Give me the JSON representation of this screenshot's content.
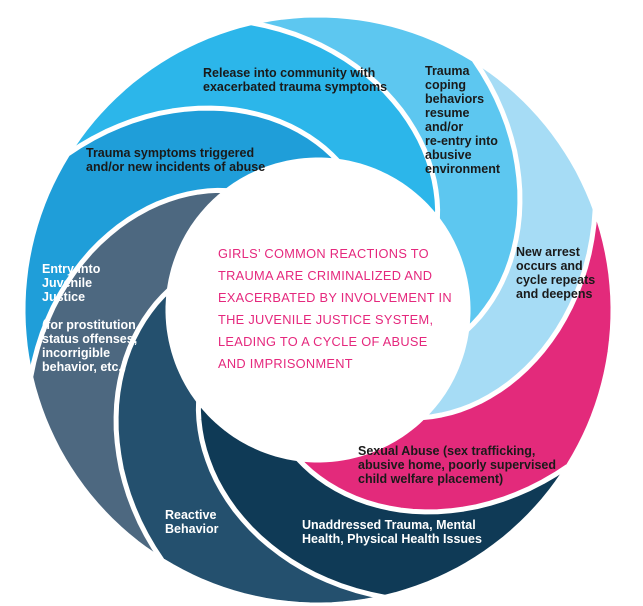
{
  "center": {
    "lines": [
      "GIRLS’ COMMON REACTIONS TO",
      "TRAUMA ARE CRIMINALIZED AND",
      "EXACERBATED BY INVOLVEMENT IN",
      "THE JUVENILE JUSTICE SYSTEM,",
      "LEADING TO A CYCLE OF ABUSE",
      "AND IMPRISONMENT"
    ],
    "color": "#e5287d"
  },
  "segments": [
    {
      "id": "sexual-abuse",
      "color": "#e32a7b",
      "text_color": "#1a1a1a",
      "lines": [
        "Sexual Abuse (sex trafficking,",
        "abusive home, poorly supervised",
        "child welfare placement)"
      ]
    },
    {
      "id": "unaddressed-trauma",
      "color": "#0f3a56",
      "text_color": "#ffffff",
      "lines": [
        "Unaddressed Trauma, Mental",
        "Health, Physical Health Issues"
      ]
    },
    {
      "id": "reactive-behavior",
      "color": "#24506e",
      "text_color": "#ffffff",
      "lines": [
        "Reactive",
        "Behavior"
      ]
    },
    {
      "id": "entry-juvenile-justice",
      "color": "#4d6880",
      "text_color": "#ffffff",
      "lines": [
        "Entry into",
        "Juvenile",
        "Justice",
        "",
        "(for prostitution,",
        "status offenses,",
        "incorrigible",
        "behavior, etc.)"
      ]
    },
    {
      "id": "trauma-triggered",
      "color": "#1f9ed9",
      "text_color": "#1a1a1a",
      "lines": [
        "Trauma symptoms triggered",
        "and/or new incidents of abuse"
      ]
    },
    {
      "id": "release-community",
      "color": "#2cb6ea",
      "text_color": "#1a1a1a",
      "lines": [
        "Release into community with",
        "exacerbated trauma symptoms"
      ]
    },
    {
      "id": "coping-behaviors",
      "color": "#5dc7f0",
      "text_color": "#1a1a1a",
      "lines": [
        "Trauma",
        "coping",
        "behaviors",
        "resume",
        "and/or",
        "re-entry into",
        "abusive",
        "environment"
      ]
    },
    {
      "id": "new-arrest",
      "color": "#a6dcf5",
      "text_color": "#1a1a1a",
      "lines": [
        "New arrest",
        "occurs and",
        "cycle repeats",
        "and deepens"
      ]
    }
  ]
}
